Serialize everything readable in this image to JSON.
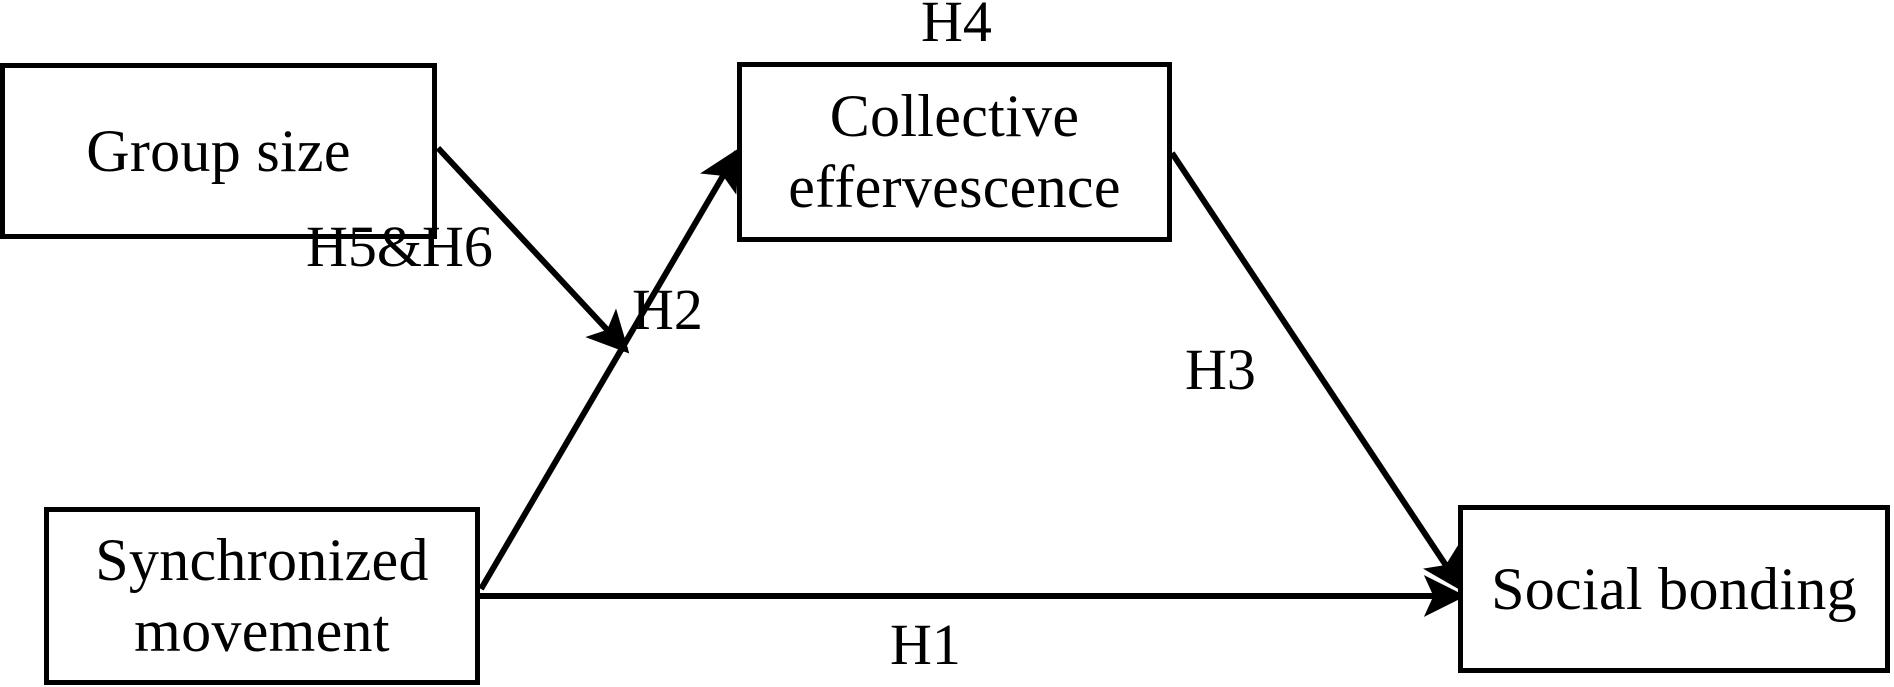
{
  "diagram": {
    "type": "hypothesis-path-model",
    "background_color": "#ffffff",
    "line_color": "#000000",
    "nodes": [
      {
        "id": "group-size",
        "label": "Group size"
      },
      {
        "id": "collective",
        "label": "Collective\neffervescence"
      },
      {
        "id": "synchronized",
        "label": "Synchronized\nmovement"
      },
      {
        "id": "social-bonding",
        "label": "Social bonding"
      }
    ],
    "edges": [
      {
        "id": "h1",
        "label": "H1",
        "from": "synchronized",
        "to": "social-bonding",
        "style": "horizontal-arrow"
      },
      {
        "id": "h2",
        "label": "H2",
        "from": "synchronized",
        "to": "collective",
        "style": "diagonal-arrow-up"
      },
      {
        "id": "h3",
        "label": "H3",
        "from": "collective",
        "to": "social-bonding",
        "style": "diagonal-arrow-down"
      },
      {
        "id": "h4",
        "label": "H4",
        "from": "collective",
        "to": "collective",
        "style": "node-annotation"
      },
      {
        "id": "h5h6",
        "label": "H5&H6",
        "from": "group-size",
        "to": "h2-path",
        "style": "moderation-arrow"
      }
    ]
  }
}
